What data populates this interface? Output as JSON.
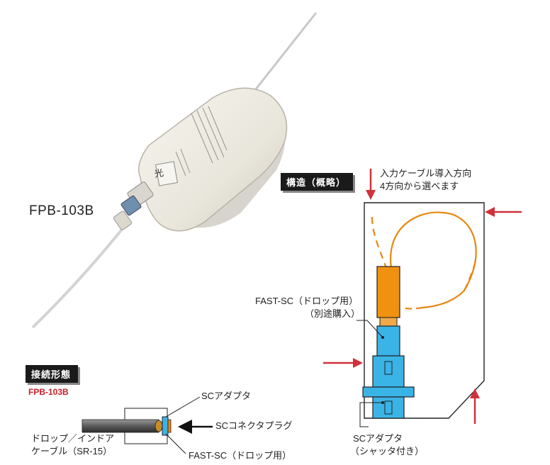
{
  "product_label": "FPB-103B",
  "structure": {
    "heading": "構造（概略）",
    "input_direction_line1": "入力ケーブル導入方向",
    "input_direction_line2": "4方向から選べます",
    "fast_sc_line1": "FAST-SC（ドロップ用）",
    "fast_sc_line2": "（別途購入）",
    "sc_adapter_line1": "SCアダプタ",
    "sc_adapter_line2": "（シャッタ付き）"
  },
  "connection": {
    "heading": "接続形態",
    "model": "FPB-103B",
    "sc_adapter": "SCアダプタ",
    "sc_connector_plug": "SCコネクタプラグ",
    "drop_cable_line1": "ドロップ／インドア",
    "drop_cable_line2": "ケーブル（SR-15）",
    "fast_sc": "FAST-SC（ドロップ用）"
  },
  "device": {
    "face_label": "光"
  },
  "colors": {
    "accent_red": "#d0313a",
    "orange": "#e8870f",
    "blue": "#3ab3e6"
  }
}
